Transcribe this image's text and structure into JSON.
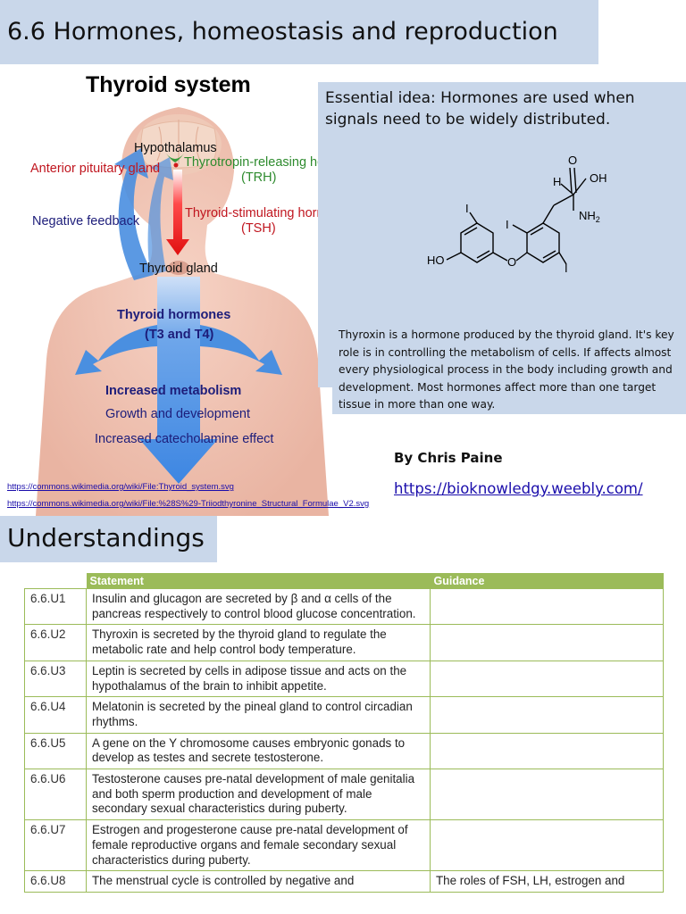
{
  "header": {
    "title": "6.6 Hormones, homeostasis and reproduction"
  },
  "diagram": {
    "title": "Thyroid system",
    "hypothalamus": "Hypothalamus",
    "anterior_pituitary": "Anterior pituitary gland",
    "trh_line1": "Thyrotropin-releasing hormone",
    "trh_line2": "(TRH)",
    "negative_feedback": "Negative feedback",
    "tsh_line1": "Thyroid-stimulating hormone",
    "tsh_line2": "(TSH)",
    "thyroid_gland": "Thyroid gland",
    "thyroid_hormones_line1": "Thyroid hormones",
    "thyroid_hormones_line2": "(T3 and T4)",
    "increased_metabolism": "Increased metabolism",
    "growth": "Growth and development",
    "catecholamine": "Increased catecholamine effect",
    "colors": {
      "red": "#c0161f",
      "green": "#2e8b2e",
      "navy": "#1d1d7a",
      "blue_arrow": "#4a8fe0",
      "skin": "#f0c4b4"
    }
  },
  "essential": {
    "text": "Essential idea: Hormones are used when signals need to be widely distributed.",
    "molecule_labels": {
      "o": "O",
      "oh": "OH",
      "h": "H",
      "nh2": "NH2",
      "i": "I",
      "ho": "HO",
      "o_ether": "O"
    }
  },
  "thyroxin": {
    "text": "Thyroxin is a hormone produced by the thyroid gland. It's key role is in controlling the metabolism of cells. If affects almost every physiological process in the body including growth and development. Most hormones affect more than one target tissue in more than one way."
  },
  "author": "By Chris Paine",
  "website": "https://bioknowledgy.weebly.com/",
  "sources": [
    "https://commons.wikimedia.org/wiki/File:Thyroid_system.svg",
    "https://commons.wikimedia.org/wiki/File:%28S%29-Triiodthyronine_Structural_Formulae_V2.svg"
  ],
  "understandings": {
    "heading": "Understandings",
    "columns": [
      "",
      "Statement",
      "Guidance"
    ],
    "rows": [
      {
        "id": "6.6.U1",
        "statement": "Insulin and glucagon are secreted by β and α cells of the pancreas respectively to control blood glucose concentration.",
        "guidance": ""
      },
      {
        "id": "6.6.U2",
        "statement": "Thyroxin is secreted by the thyroid gland to regulate the metabolic rate and help control body temperature.",
        "guidance": ""
      },
      {
        "id": "6.6.U3",
        "statement": "Leptin is secreted by cells in adipose tissue and acts on the hypothalamus of the brain to inhibit appetite.",
        "guidance": ""
      },
      {
        "id": "6.6.U4",
        "statement": "Melatonin is secreted by the pineal gland to control circadian rhythms.",
        "guidance": ""
      },
      {
        "id": "6.6.U5",
        "statement": "A gene on the Y chromosome causes embryonic gonads to develop as testes and secrete testosterone.",
        "guidance": ""
      },
      {
        "id": "6.6.U6",
        "statement": "Testosterone causes pre-natal development of male genitalia and both sperm production and development of male secondary sexual characteristics during puberty.",
        "guidance": ""
      },
      {
        "id": "6.6.U7",
        "statement": "Estrogen and progesterone cause pre-natal development of female reproductive organs and female secondary sexual characteristics during puberty.",
        "guidance": ""
      },
      {
        "id": "6.6.U8",
        "statement": "The menstrual cycle is controlled by negative and",
        "guidance": "The roles of FSH, LH, estrogen and"
      }
    ]
  }
}
